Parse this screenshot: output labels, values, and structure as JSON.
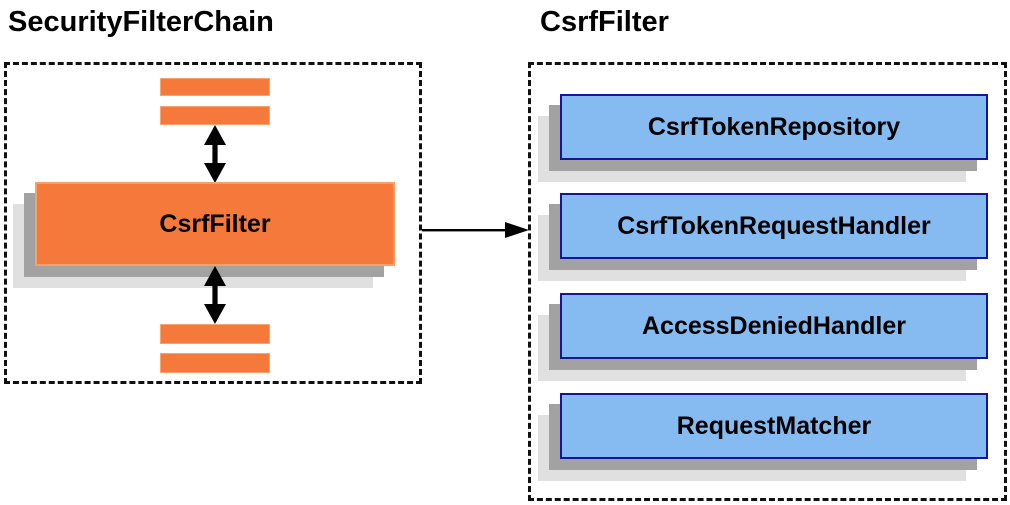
{
  "left_panel": {
    "title": "SecurityFilterChain",
    "filter_box": {
      "label": "CsrfFilter"
    },
    "placeholder_bar_count": 4
  },
  "right_panel": {
    "title": "CsrfFilter",
    "components": [
      {
        "label": "CsrfTokenRepository"
      },
      {
        "label": "CsrfTokenRequestHandler"
      },
      {
        "label": "AccessDeniedHandler"
      },
      {
        "label": "RequestMatcher"
      }
    ]
  },
  "colors": {
    "orange_fill": "#f4793b",
    "orange_border": "#f8a06a",
    "blue_fill": "#85bbf0",
    "blue_border": "#15159b",
    "shadow_dark": "#a2a2a2",
    "shadow_light": "#e0e0e0",
    "dashed_border": "#111111",
    "text": "#000000",
    "background": "#ffffff"
  }
}
